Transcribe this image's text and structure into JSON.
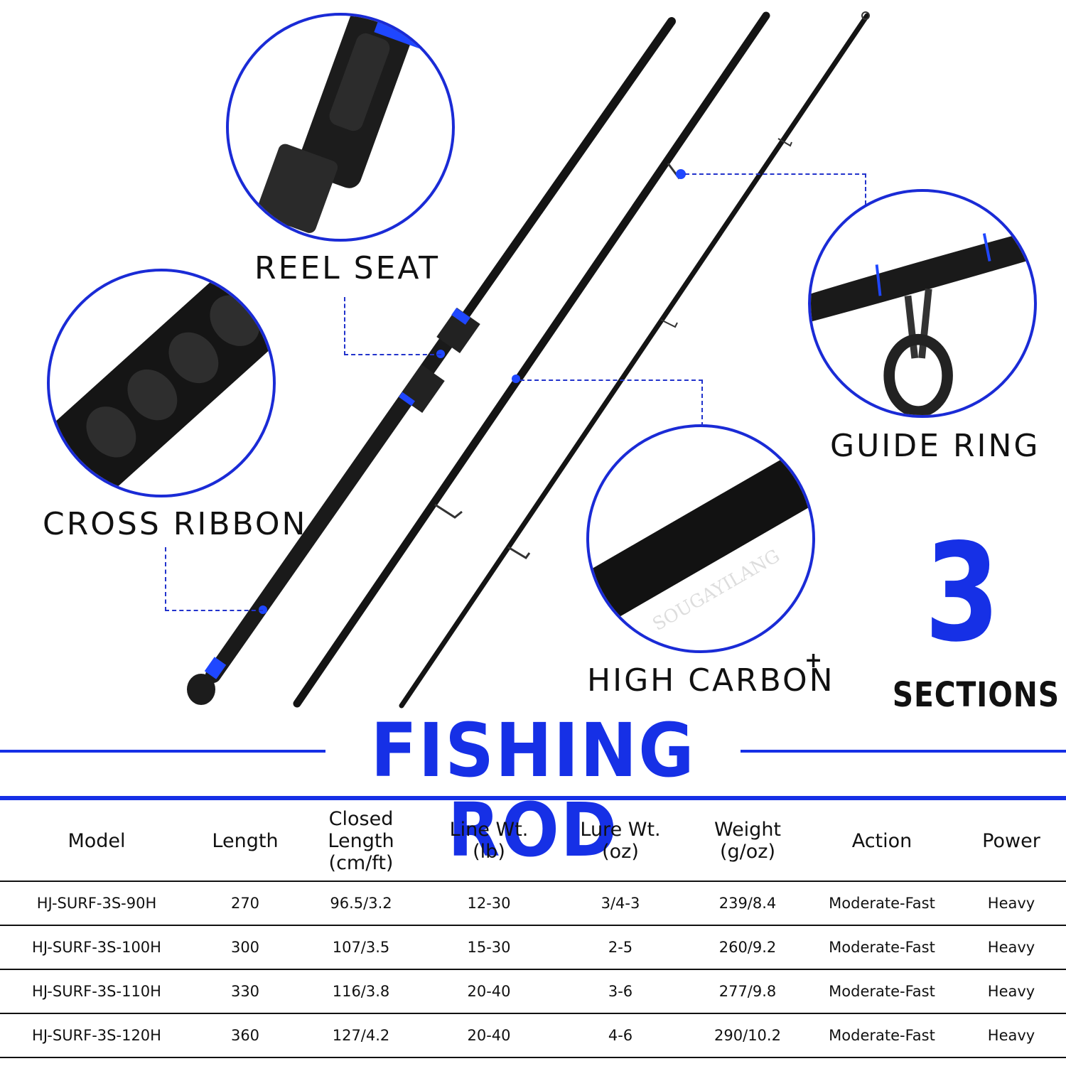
{
  "labels": {
    "reel_seat": "REEL SEAT",
    "cross_ribbon": "CROSS RIBBON",
    "guide_ring": "GUIDE RING",
    "high_carbon": "HIGH CARBON",
    "high_carbon_sup": "+",
    "brand_on_rod": "SOUGAYILANG"
  },
  "badge": {
    "number": "3",
    "text": "SECTIONS"
  },
  "title": "FISHING ROD",
  "colors": {
    "accent": "#1630e6",
    "text": "#111111",
    "rod": "#141414"
  },
  "table": {
    "headers": [
      [
        "Model"
      ],
      [
        "Length"
      ],
      [
        "Closed",
        "Length",
        "(cm/ft)"
      ],
      [
        "Line Wt.",
        "(lb)"
      ],
      [
        "Lure Wt.",
        "(oz)"
      ],
      [
        "Weight",
        "(g/oz)"
      ],
      [
        "Action"
      ],
      [
        "Power"
      ]
    ],
    "rows": [
      [
        "HJ-SURF-3S-90H",
        "270",
        "96.5/3.2",
        "12-30",
        "3/4-3",
        "239/8.4",
        "Moderate-Fast",
        "Heavy"
      ],
      [
        "HJ-SURF-3S-100H",
        "300",
        "107/3.5",
        "15-30",
        "2-5",
        "260/9.2",
        "Moderate-Fast",
        "Heavy"
      ],
      [
        "HJ-SURF-3S-110H",
        "330",
        "116/3.8",
        "20-40",
        "3-6",
        "277/9.8",
        "Moderate-Fast",
        "Heavy"
      ],
      [
        "HJ-SURF-3S-120H",
        "360",
        "127/4.2",
        "20-40",
        "4-6",
        "290/10.2",
        "Moderate-Fast",
        "Heavy"
      ]
    ]
  }
}
